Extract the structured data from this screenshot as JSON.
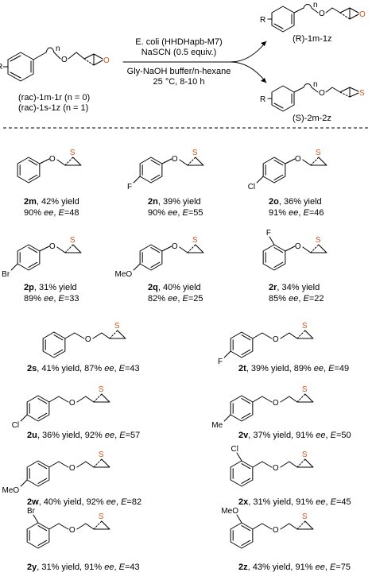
{
  "header": {
    "conditions": [
      "E. coli (HHDHapb-M7)",
      "NaSCN (0.5 equiv.)",
      "Gly-NaOH buffer/n-hexane",
      "25 °C, 8-10 h"
    ],
    "reactant_labels": [
      "(rac)-1m-1r (n = 0)",
      "(rac)-1s-1z (n = 1)"
    ],
    "product_R_label": "(R)-1m-1z",
    "product_S_label": "(S)-2m-2z",
    "atoms": {
      "R": "R",
      "O": "O",
      "S": "S",
      "n": "n"
    }
  },
  "products": [
    {
      "id": "2m",
      "yield": "42% yield",
      "ee": "90%",
      "E": "48"
    },
    {
      "id": "2n",
      "yield": "39% yield",
      "ee": "90%",
      "E": "55",
      "sub": "F"
    },
    {
      "id": "2o",
      "yield": "36% yield",
      "ee": "91%",
      "E": "46",
      "sub": "Cl"
    },
    {
      "id": "2p",
      "yield": "31% yield",
      "ee": "89%",
      "E": "33",
      "sub": "Br"
    },
    {
      "id": "2q",
      "yield": "40% yield",
      "ee": "82%",
      "E": "25",
      "sub": "MeO"
    },
    {
      "id": "2r",
      "yield": "34% yield",
      "ee": "85%",
      "E": "22",
      "sub": "F"
    },
    {
      "id": "2s",
      "yield": "41% yield",
      "ee": "87%",
      "E": "43"
    },
    {
      "id": "2t",
      "yield": "39% yield",
      "ee": "89%",
      "E": "49",
      "sub": "F"
    },
    {
      "id": "2u",
      "yield": "36% yield",
      "ee": "92%",
      "E": "57",
      "sub": "Cl"
    },
    {
      "id": "2v",
      "yield": "37% yield",
      "ee": "91%",
      "E": "50",
      "sub": "Me"
    },
    {
      "id": "2w",
      "yield": "40% yield",
      "ee": "92%",
      "E": "82",
      "sub": "MeO"
    },
    {
      "id": "2x",
      "yield": "31% yield",
      "ee": "91%",
      "E": "45",
      "sub": "Cl"
    },
    {
      "id": "2y",
      "yield": "31% yield",
      "ee": "91%",
      "E": "43",
      "sub": "Br"
    },
    {
      "id": "2z",
      "yield": "43% yield",
      "ee": "91%",
      "E": "75",
      "sub": "MeO"
    }
  ],
  "ee_word": "ee",
  "E_prefix": "E",
  "colors": {
    "sulfur": "#d4561a",
    "epoxide_oxygen": "#d4561a",
    "bonds": "#000000"
  }
}
